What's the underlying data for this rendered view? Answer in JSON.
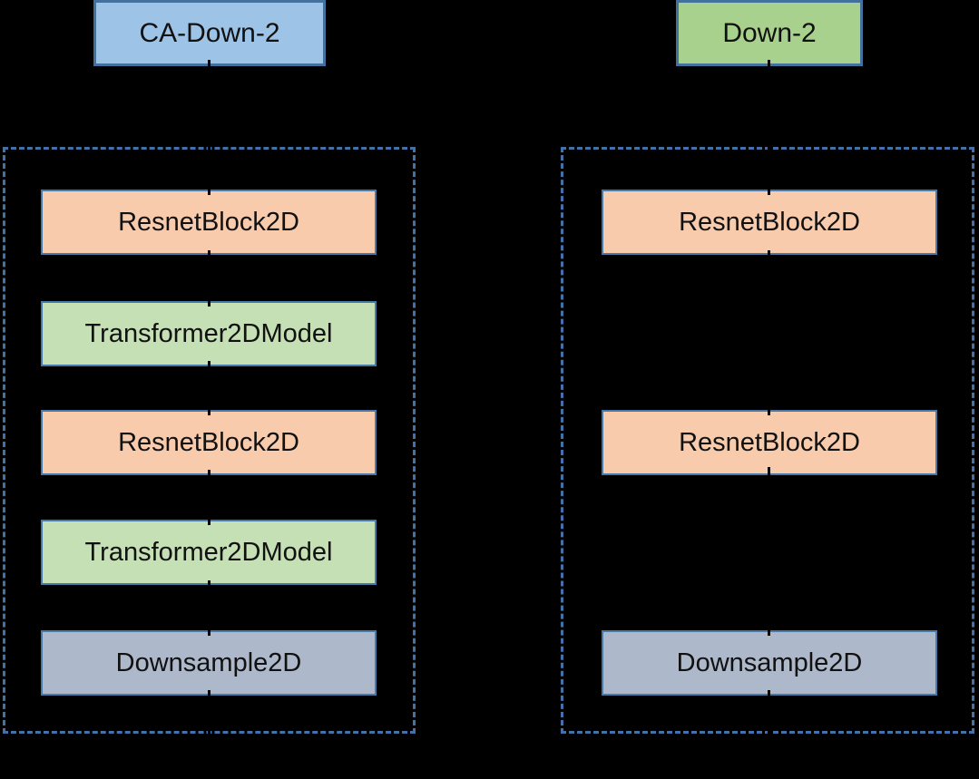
{
  "diagram": {
    "background_color": "#000000",
    "group_border_color": "#4472A8",
    "box_border_color": "#41719C",
    "block_colors": {
      "resnet": "#F8CBAD",
      "transformer": "#C5E0B4",
      "downsample": "#ADB9CA",
      "header_ca_down": "#9DC3E6",
      "header_down": "#A9D18E"
    },
    "columns": [
      {
        "header": {
          "label": "CA-Down-2"
        },
        "blocks": [
          {
            "label": "ResnetBlock2D",
            "type": "resnet"
          },
          {
            "label": "Transformer2DModel",
            "type": "transformer"
          },
          {
            "label": "ResnetBlock2D",
            "type": "resnet"
          },
          {
            "label": "Transformer2DModel",
            "type": "transformer"
          },
          {
            "label": "Downsample2D",
            "type": "downsample"
          }
        ]
      },
      {
        "header": {
          "label": "Down-2"
        },
        "blocks": [
          {
            "label": "ResnetBlock2D",
            "type": "resnet"
          },
          {
            "label": "ResnetBlock2D",
            "type": "resnet"
          },
          {
            "label": "Downsample2D",
            "type": "downsample"
          }
        ]
      }
    ]
  }
}
